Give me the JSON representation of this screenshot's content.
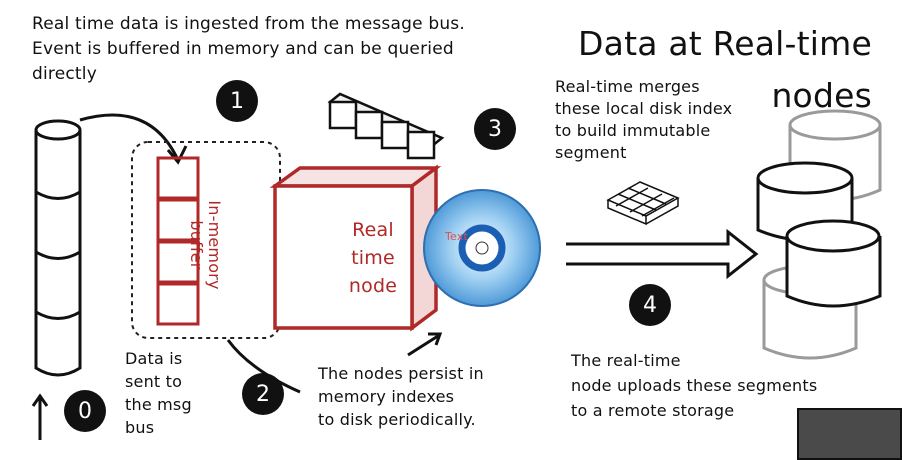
{
  "intro_text": "Real time data is ingested from the message bus.\nEvent is buffered in memory and can be queried\ndirectly",
  "title": "Data at Real-time\nnodes",
  "merge_text": "Real-time merges\nthese local disk index\nto build immutable\nsegment",
  "sent_text": "Data is\nsent to\nthe msg\nbus",
  "persist_text": "The nodes persist in\nmemory indexes\nto disk periodically.",
  "upload_text": "The real-time\nnode uploads these segments\nto a remote storage",
  "realtime_node_label": "Real\ntime\nnode",
  "buffer_label": "In-memory\nbuffer",
  "disk_label": "Text",
  "steps": {
    "s0": "0",
    "s1": "1",
    "s2": "2",
    "s3": "3",
    "s4": "4"
  },
  "colors": {
    "ink": "#111111",
    "red": "#b02828",
    "disk_blue": "#5aa8e0",
    "disk_center": "#1a5fb4",
    "storage_gray": "#9a9a9a",
    "box_dark": "#4a4a4a"
  }
}
